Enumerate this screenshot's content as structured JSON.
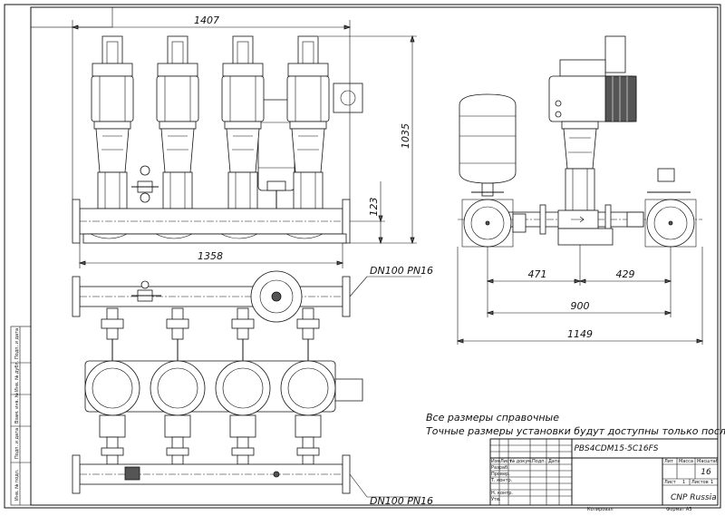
{
  "drawing": {
    "dimensions": {
      "front_width": "1407",
      "front_base": "1358",
      "front_height": "1035",
      "front_pipe_axis": "123",
      "side_left": "471",
      "side_right": "429",
      "side_inner": "900",
      "side_overall": "1149"
    },
    "callouts": {
      "flange_top": "DN100 PN16",
      "flange_bottom": "DN100 PN16"
    },
    "notes": {
      "line1": "Все размеры справочные",
      "line2": "Точные размеры установки будут доступны только после сборки"
    },
    "title_block": {
      "designation": "PBS4CDM15-5C16FS",
      "company": "CNP Russia",
      "sheet_header_lit": "Лит",
      "sheet_header_mass": "Масса",
      "sheet_header_scale": "Масштаб",
      "scale_value": "16",
      "sheet_label": "Лист",
      "sheet_no": "1",
      "sheets_label": "Листов",
      "sheets_no": "1",
      "rev_change": "Изм",
      "rev_sheet": "Лист",
      "rev_doc": "№ докум.",
      "rev_sign": "Подп.",
      "rev_date": "Дата",
      "role_dev": "Разраб.",
      "role_check": "Провер.",
      "role_tcontrol": "Т. контр.",
      "role_ncontrol": "Н. контр.",
      "role_approve": "Утв.",
      "copied": "Копировал",
      "format": "Формат А3"
    },
    "side_stamp": {
      "s1": "Подп. и дата",
      "s2": "Инв. № дубл.",
      "s3": "Взам. инв. №",
      "s4": "Подп. и дата",
      "s5": "Инв. № подл."
    }
  }
}
